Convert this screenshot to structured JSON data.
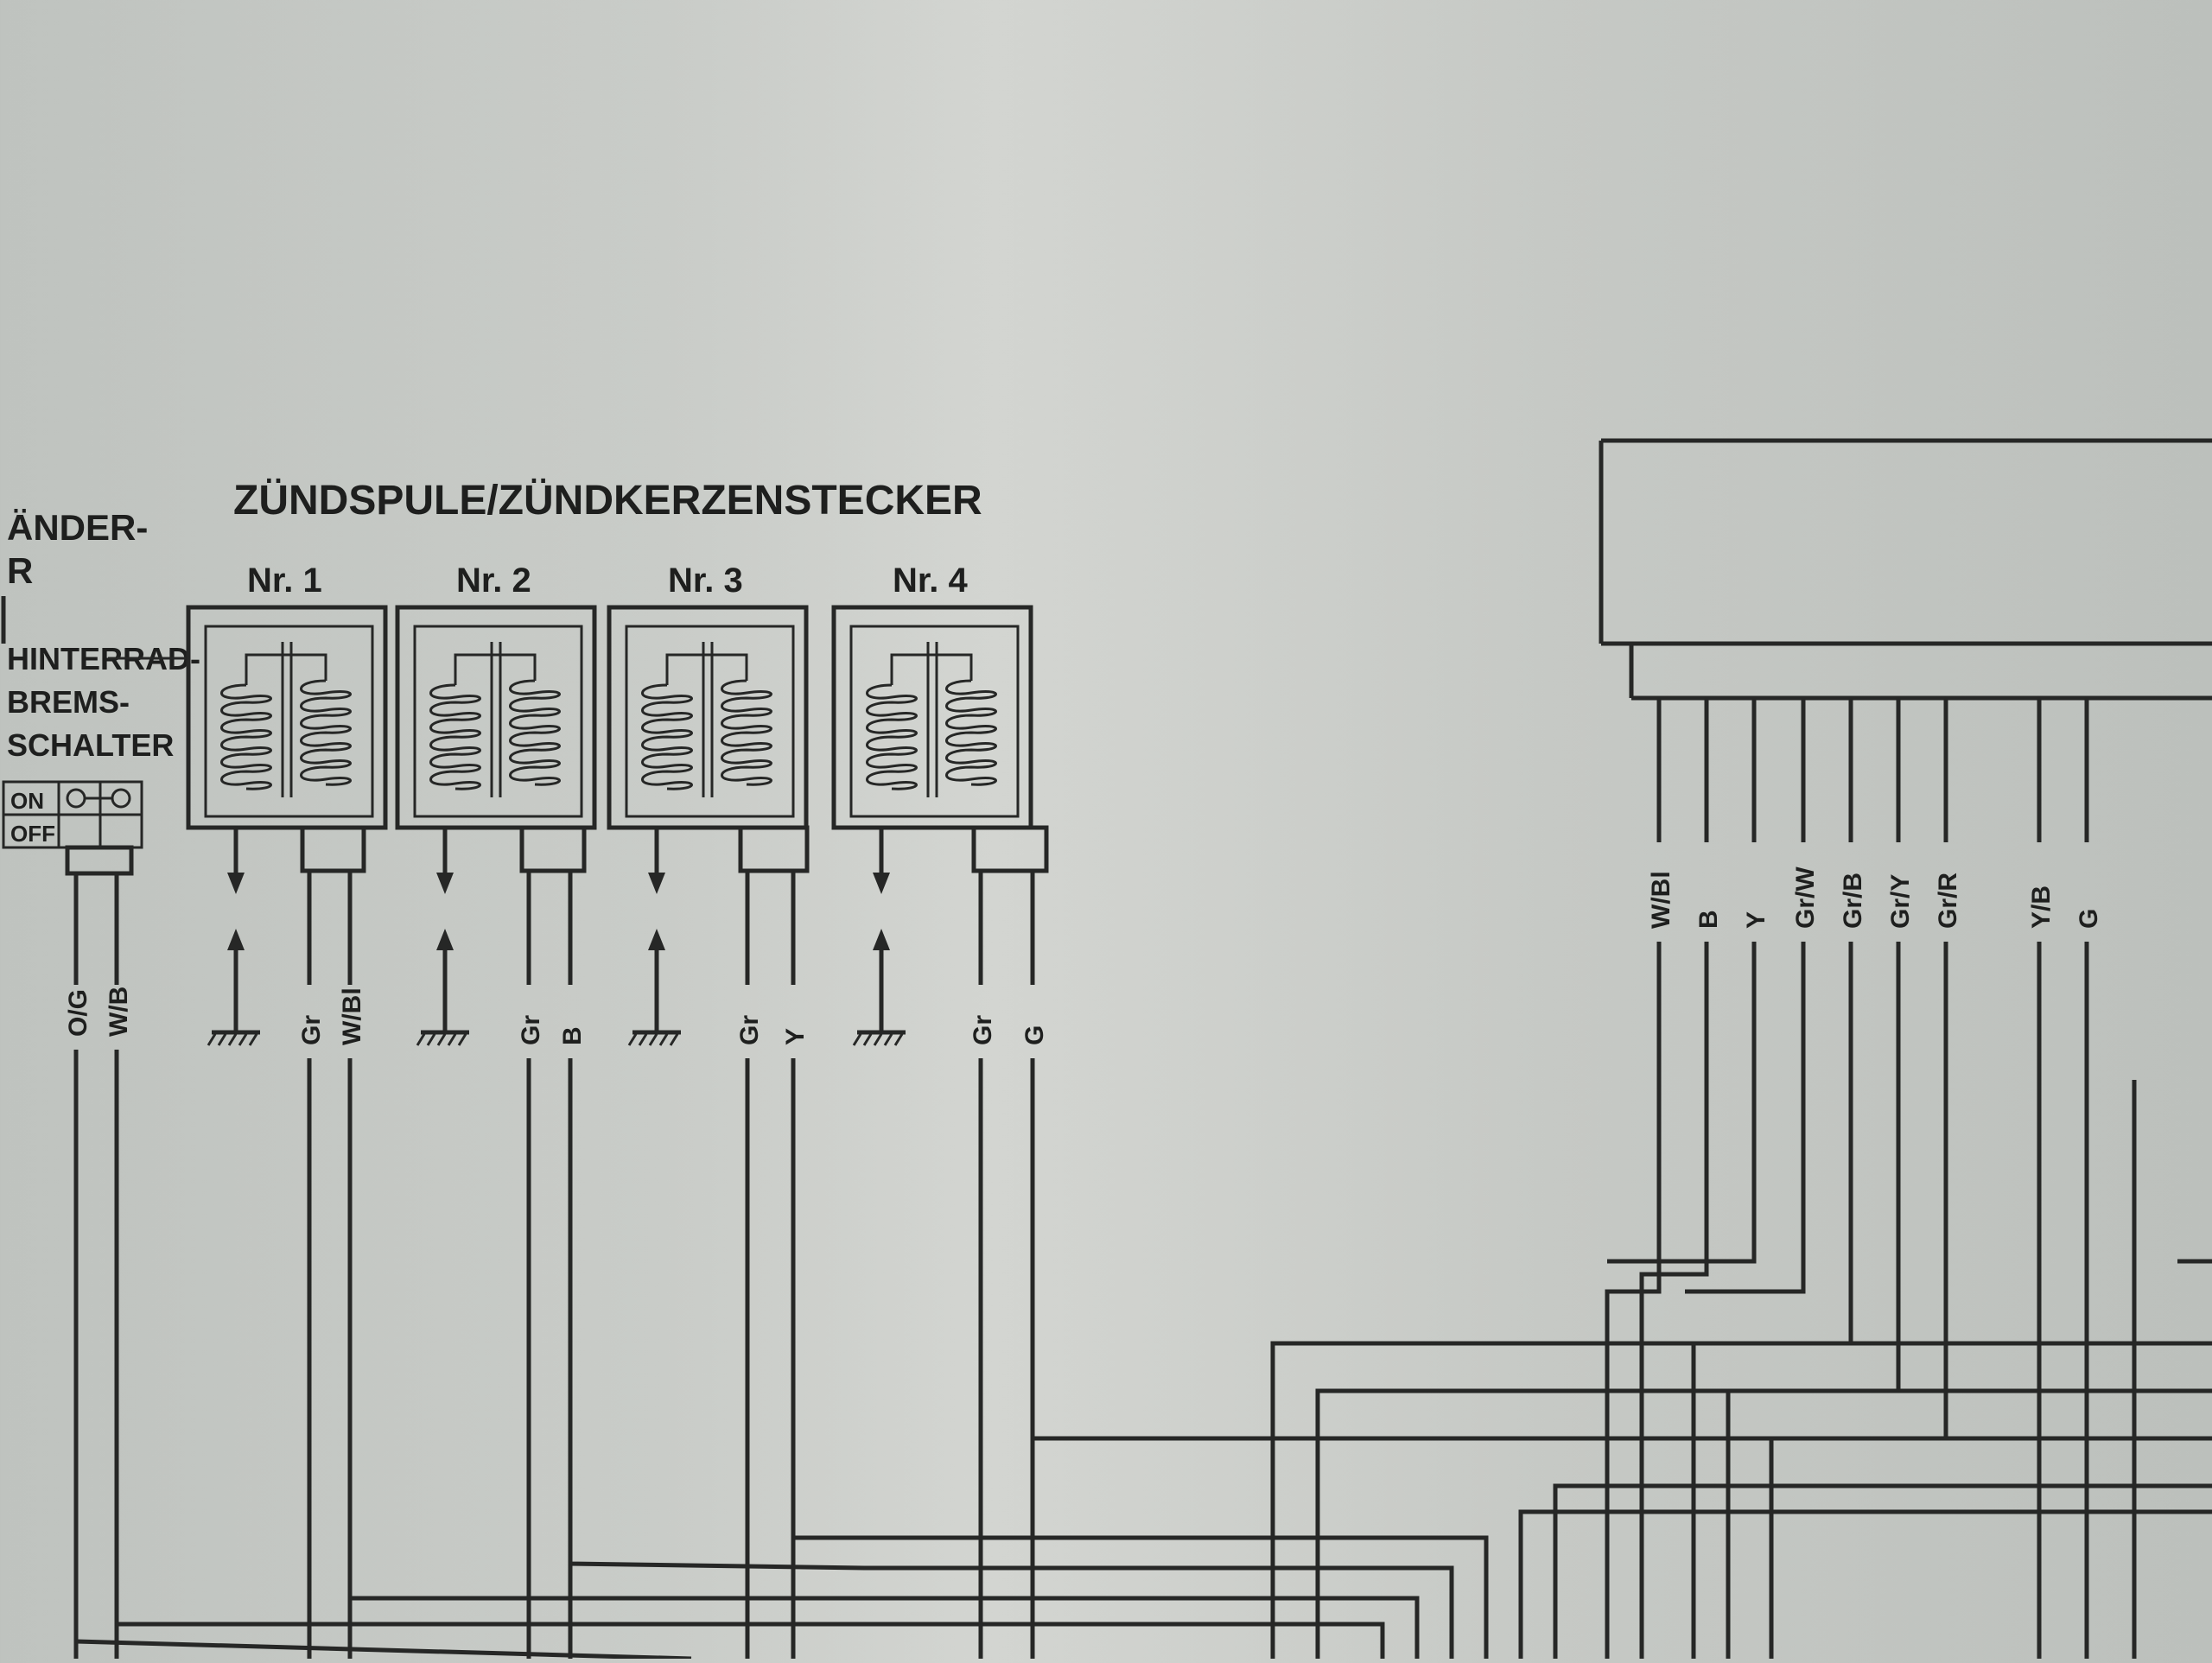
{
  "left_labels": {
    "line1": "ÄNDER-",
    "line2": "R",
    "brake_switch": [
      "HINTERRAD-",
      "BREMS-",
      "SCHALTER"
    ],
    "switch_on": "ON",
    "switch_off": "OFF",
    "wires": [
      "O/G",
      "W/B"
    ]
  },
  "title": "ZÜNDSPULE/ZÜNDKERZENSTECKER",
  "coils": [
    {
      "label": "Nr. 1",
      "wires": [
        "Gr",
        "W/Bl"
      ]
    },
    {
      "label": "Nr. 2",
      "wires": [
        "Gr",
        "B"
      ]
    },
    {
      "label": "Nr. 3",
      "wires": [
        "Gr",
        "Y"
      ]
    },
    {
      "label": "Nr. 4",
      "wires": [
        "Gr",
        "G"
      ]
    }
  ],
  "connector_wires": [
    "W/Bl",
    "B",
    "Y",
    "Gr/W",
    "Gr/B",
    "Gr/Y",
    "Gr/R",
    "Y/B",
    "G"
  ]
}
